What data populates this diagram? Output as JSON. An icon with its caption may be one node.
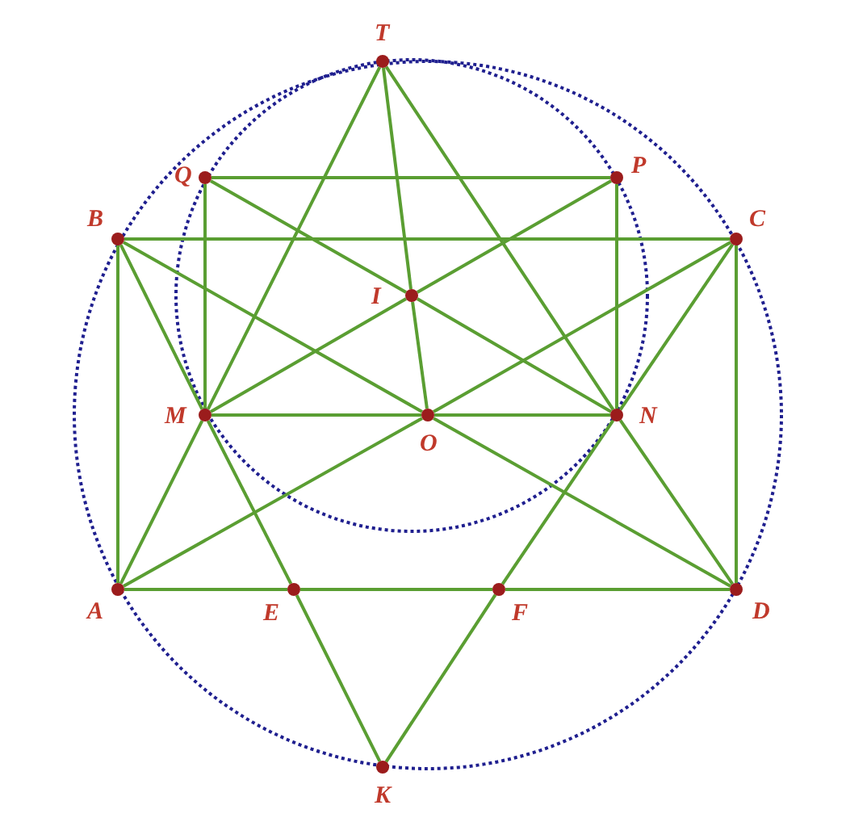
{
  "diagram": {
    "nodes": [
      {
        "text": [
          "T"
        ]
      },
      {
        "text": [
          "Q"
        ]
      },
      {
        "text": [
          "P"
        ]
      },
      {
        "text": [
          "B"
        ]
      },
      {
        "text": [
          "C"
        ]
      },
      {
        "text": [
          "I"
        ]
      },
      {
        "text": [
          "M"
        ]
      },
      {
        "text": [
          "O"
        ]
      },
      {
        "text": [
          "N"
        ]
      },
      {
        "text": [
          "A"
        ]
      },
      {
        "text": [
          "E"
        ]
      },
      {
        "text": [
          "F"
        ]
      },
      {
        "text": [
          "D"
        ]
      },
      {
        "text": [
          "K"
        ]
      }
    ],
    "edges": [
      {
        "from": 9,
        "to": 3,
        "arrow": "none"
      },
      {
        "from": 3,
        "to": 4,
        "arrow": "none"
      },
      {
        "from": 4,
        "to": 12,
        "arrow": "none"
      },
      {
        "from": 9,
        "to": 10,
        "arrow": "none"
      },
      {
        "from": 10,
        "to": 11,
        "arrow": "none"
      },
      {
        "from": 11,
        "to": 12,
        "arrow": "none"
      },
      {
        "from": 1,
        "to": 2,
        "arrow": "none"
      },
      {
        "from": 2,
        "to": 8,
        "arrow": "none"
      },
      {
        "from": 8,
        "to": 7,
        "arrow": "none"
      },
      {
        "from": 7,
        "to": 6,
        "arrow": "none"
      },
      {
        "from": 6,
        "to": 1,
        "arrow": "none"
      },
      {
        "from": 0,
        "to": 6,
        "arrow": "none"
      },
      {
        "from": 0,
        "to": 5,
        "arrow": "none"
      },
      {
        "from": 5,
        "to": 7,
        "arrow": "none"
      },
      {
        "from": 0,
        "to": 8,
        "arrow": "none"
      },
      {
        "from": 1,
        "to": 5,
        "arrow": "none"
      },
      {
        "from": 5,
        "to": 8,
        "arrow": "none"
      },
      {
        "from": 2,
        "to": 5,
        "arrow": "none"
      },
      {
        "from": 5,
        "to": 6,
        "arrow": "none"
      },
      {
        "from": 9,
        "to": 6,
        "arrow": "none"
      },
      {
        "from": 9,
        "to": 7,
        "arrow": "none"
      },
      {
        "from": 7,
        "to": 4,
        "arrow": "none"
      },
      {
        "from": 12,
        "to": 8,
        "arrow": "none"
      },
      {
        "from": 12,
        "to": 7,
        "arrow": "none"
      },
      {
        "from": 7,
        "to": 3,
        "arrow": "none"
      },
      {
        "from": 3,
        "to": 6,
        "arrow": "none"
      },
      {
        "from": 6,
        "to": 10,
        "arrow": "none"
      },
      {
        "from": 10,
        "to": 13,
        "arrow": "none"
      },
      {
        "from": 4,
        "to": 8,
        "arrow": "none"
      },
      {
        "from": 8,
        "to": 11,
        "arrow": "none"
      },
      {
        "from": 11,
        "to": 13,
        "arrow": "none"
      }
    ]
  }
}
